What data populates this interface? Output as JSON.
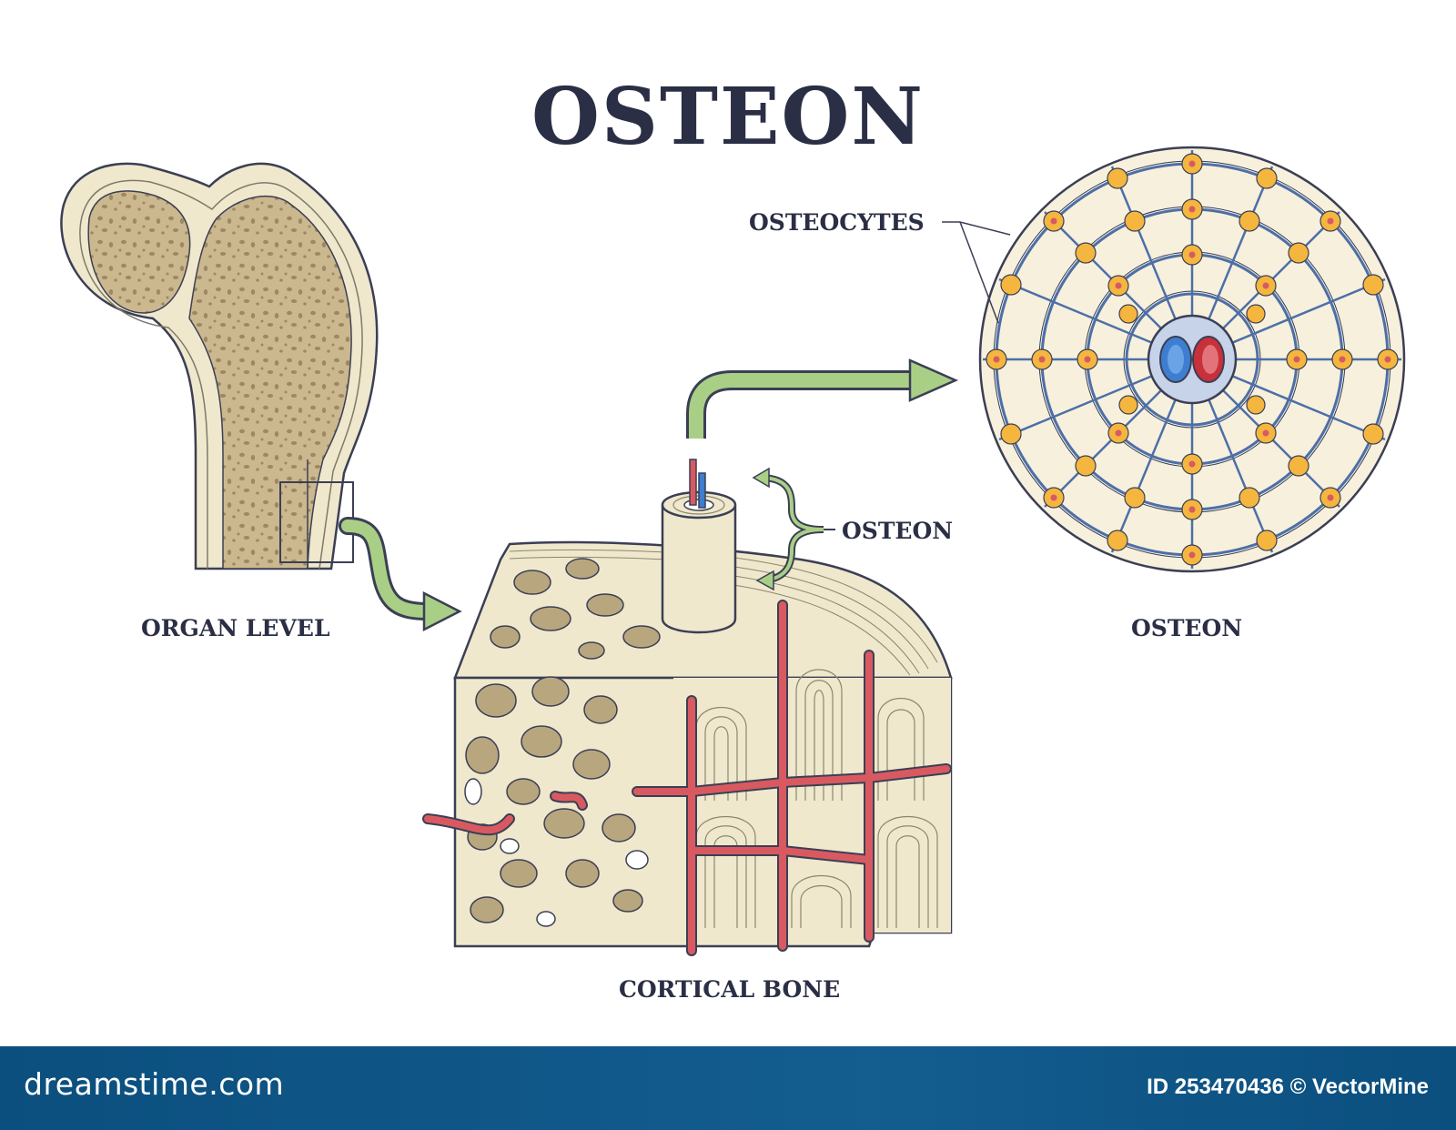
{
  "title": "OSTEON",
  "labels": {
    "organ_level": "ORGAN LEVEL",
    "cortical_bone": "CORTICAL BONE",
    "osteon_pointer": "OSTEON",
    "osteocytes": "OSTEOCYTES",
    "osteon_cross_section": "OSTEON"
  },
  "footer": {
    "brand": "dreamstime.com",
    "stock_id": "ID 253470436 © VectorMine"
  },
  "colors": {
    "bone_fill": "#efe8cc",
    "spongy_fill": "#cbb88e",
    "pore_fill": "#9e8864",
    "vessel_red": "#d85a60",
    "vessel_blue": "#3d7ed0",
    "arrow_green": "#a9cf86",
    "cell_yellow": "#f4b63e",
    "outline": "#3b3f55",
    "footer_blue": "#0b4f7e"
  }
}
